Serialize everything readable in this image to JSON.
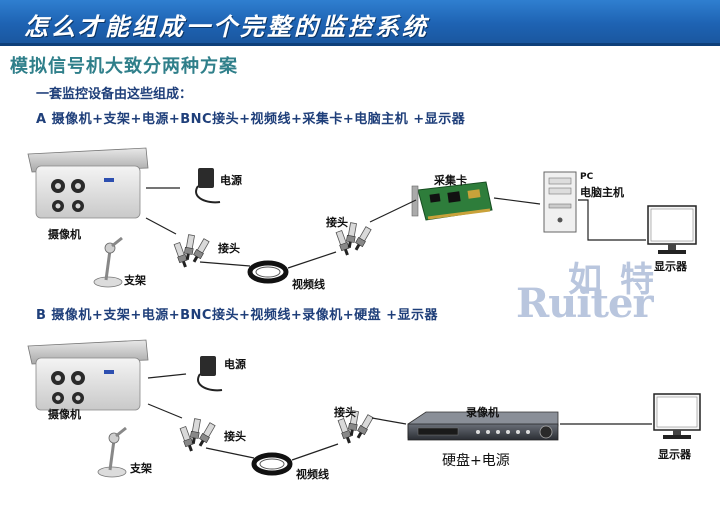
{
  "header": {
    "title": "怎么才能组成一个完整的监控系统"
  },
  "subtitle": "模拟信号机大致分两种方案",
  "intro": "一套监控设备由这些组成：",
  "scheme_a": {
    "title": "A  摄像机+支架+电源+BNC接头+视频线+采集卡+电脑主机 +显示器",
    "labels": {
      "camera": "摄像机",
      "bracket": "支架",
      "power": "电源",
      "connector": "接头",
      "connector2": "接头",
      "cable": "视频线",
      "capture_card": "采集卡",
      "pc_1": "PC",
      "pc_2": "电脑主机",
      "monitor": "显示器"
    }
  },
  "scheme_b": {
    "title": "B  摄像机+支架+电源+BNC接头+视频线+录像机+硬盘 +显示器",
    "labels": {
      "camera": "摄像机",
      "bracket": "支架",
      "power": "电源",
      "connector": "接头",
      "connector2": "接头",
      "cable": "视频线",
      "recorder": "录像机",
      "hdd_power": "硬盘+电源",
      "monitor": "显示器"
    }
  },
  "watermark": {
    "cn": "如特",
    "en": "Ruiter"
  },
  "colors": {
    "banner": "#1e63b3",
    "subtitle": "#2f7f8a",
    "scheme_text": "#1f3f7a",
    "watermark": "#b9c6de"
  }
}
